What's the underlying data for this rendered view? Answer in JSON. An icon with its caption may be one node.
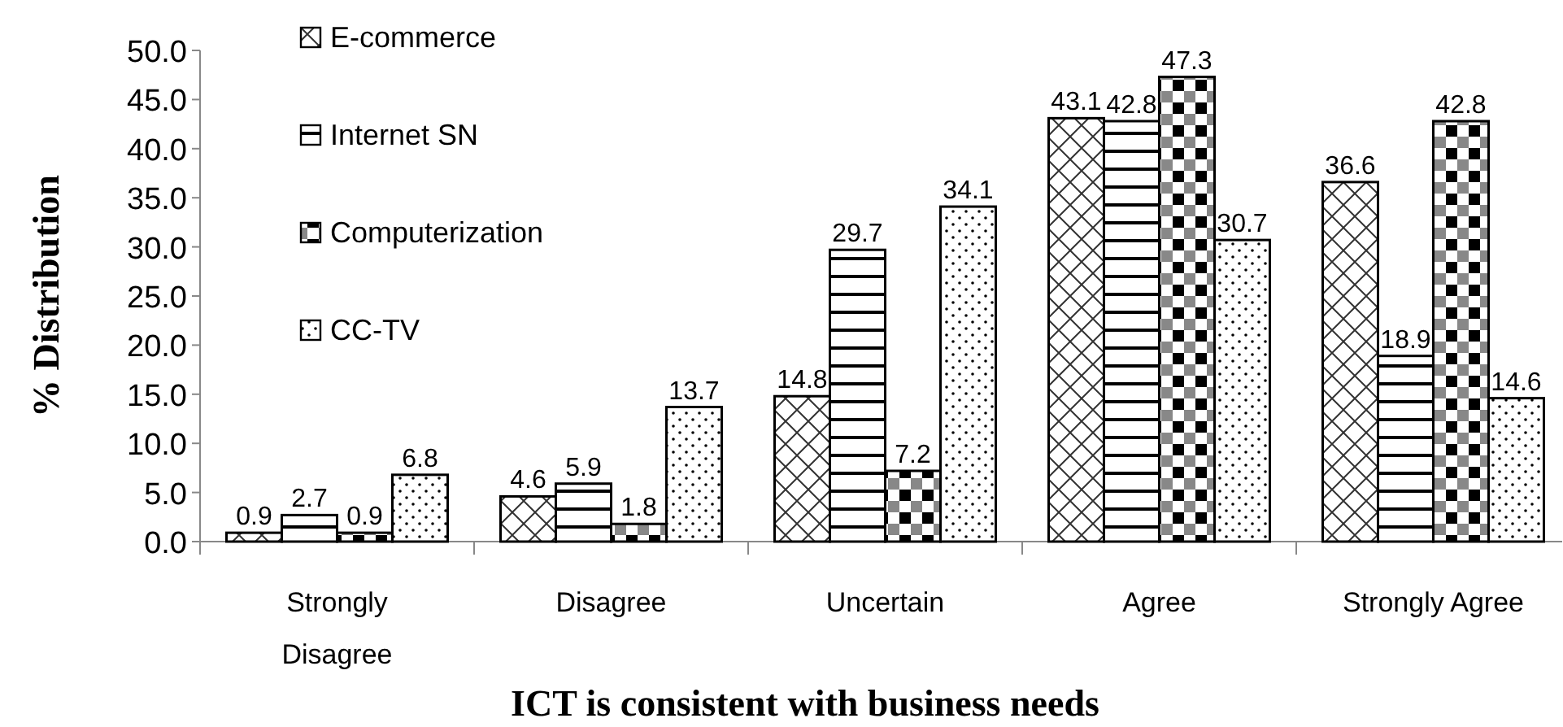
{
  "diagram": {
    "chart_data": {
      "type": "bar",
      "xlabel": "ICT is consistent with business needs",
      "ylabel": "% Distribution",
      "categories": [
        "Strongly Disagree",
        "Disagree",
        "Uncertain",
        "Agree",
        "Strongly Agree"
      ],
      "series": [
        {
          "name": "E-commerce",
          "values": [
            0.9,
            4.6,
            14.8,
            43.1,
            36.6
          ]
        },
        {
          "name": "Internet SN",
          "values": [
            2.7,
            5.9,
            29.7,
            42.8,
            18.9
          ]
        },
        {
          "name": "Computerization",
          "values": [
            0.9,
            1.8,
            7.2,
            47.3,
            42.8
          ]
        },
        {
          "name": "CC-TV",
          "values": [
            6.8,
            13.7,
            34.1,
            30.7,
            14.6
          ]
        }
      ],
      "ylim": [
        0,
        50
      ],
      "yticks": [
        {
          "value": 0,
          "label": "0.0"
        },
        {
          "value": 5,
          "label": "5.0"
        },
        {
          "value": 10,
          "label": "10.0"
        },
        {
          "value": 15,
          "label": "15.0"
        },
        {
          "value": 20,
          "label": "20.0"
        },
        {
          "value": 25,
          "label": "25.0"
        },
        {
          "value": 30,
          "label": "30.0"
        },
        {
          "value": 35,
          "label": "35.0"
        },
        {
          "value": 40,
          "label": "40.0"
        },
        {
          "value": 45,
          "label": "45.0"
        },
        {
          "value": 50,
          "label": "50.0"
        }
      ],
      "data_labels": true,
      "legend": "upper left"
    }
  }
}
